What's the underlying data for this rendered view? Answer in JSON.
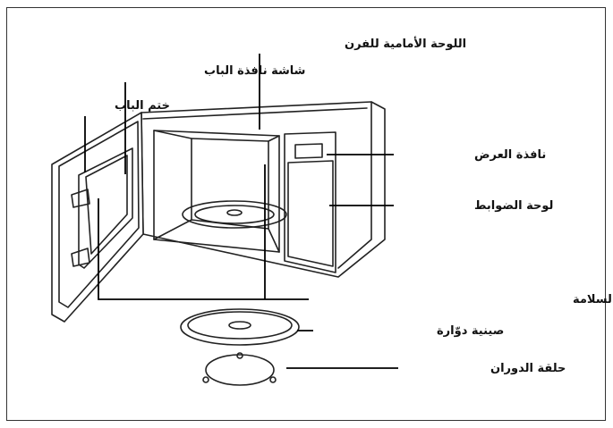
{
  "labels": {
    "front_panel": "اللوحة الأمامية للفرن",
    "door_screen": "شاشة نافذة الباب",
    "door_seal": "ختم الباب",
    "display_window": "نافذة العرض",
    "control_panel": "لوحة الضوابط",
    "safety_interlock": "نظام إغلاق الباب من أجل السلامة",
    "turntable": "صينية دوّارة",
    "roller_ring": "حلقة الدوران"
  },
  "colors": {
    "line": "#222222",
    "text": "#111111",
    "background": "#ffffff"
  }
}
